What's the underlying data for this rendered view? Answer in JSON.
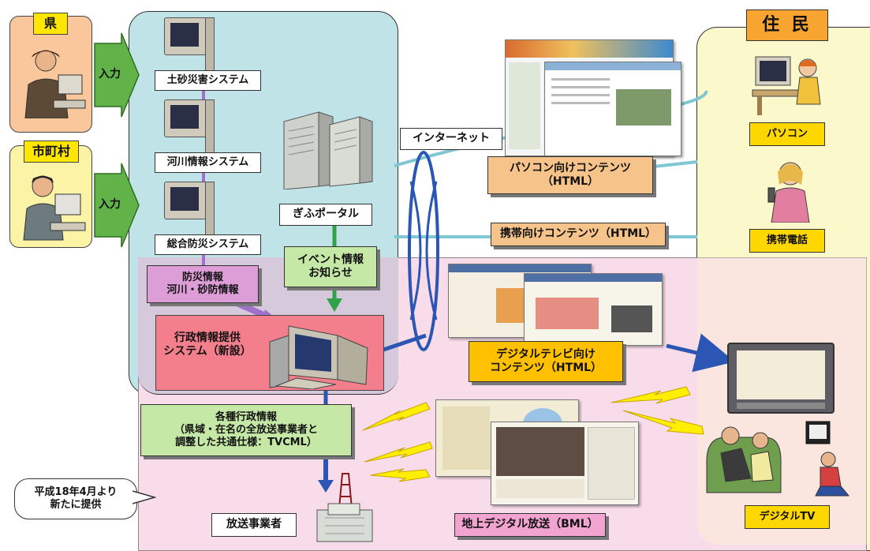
{
  "sources": {
    "prefecture": "県",
    "municipality": "市町村",
    "input_label": "入力"
  },
  "systems": {
    "sediment": "土砂災害システム",
    "river": "河川情報システム",
    "disaster": "総合防災システム",
    "portal": "ぎふポータル",
    "event_info": "イベント情報\nお知らせ",
    "disaster_info": "防災情報\n河川・砂防情報",
    "admin_system": "行政情報提供\nシステム（新設）"
  },
  "network": {
    "internet": "インターネット",
    "pc_contents": "パソコン向けコンテンツ\n（HTML）",
    "mobile_contents": "携帯向けコンテンツ（HTML）",
    "dtv_contents": "デジタルテレビ向け\nコンテンツ（HTML）"
  },
  "broadcast": {
    "admin_info": "各種行政情報\n（県域・在名の全放送事業者と\n調整した共通仕様：TVCML）",
    "since_note": "平成18年4月より\n新たに提供",
    "broadcaster": "放送事業者",
    "terrestrial": "地上デジタル放送（BML）"
  },
  "residents": {
    "title": "住 民",
    "pc": "パソコン",
    "mobile": "携帯電話",
    "dtv": "デジタルTV"
  },
  "colors": {
    "system_area": "#bfe3e6",
    "residents_area": "#fbf8cc",
    "pink_area": "#f9dcea",
    "overlap_area": "#d7c9dc",
    "orange_label": "#f6c48b",
    "yellow_label": "#ffc000",
    "green_arrow": "#62b24a",
    "blue_line": "#2b56b3",
    "purple_arrow": "#a071c8"
  }
}
